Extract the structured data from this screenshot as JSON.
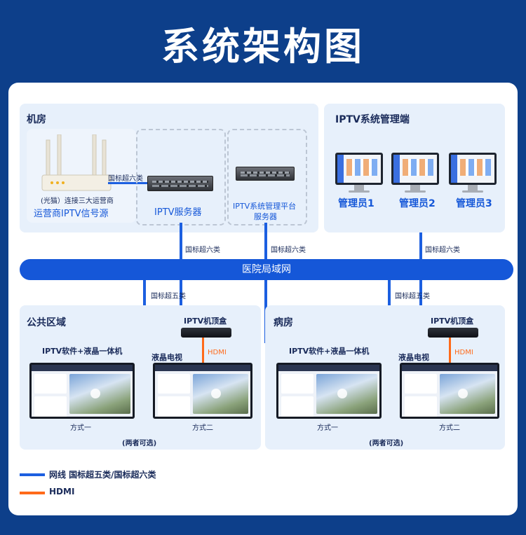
{
  "title": "系统架构图",
  "machine_room": {
    "label": "机房",
    "router_caption": "(光猫）连接三大运营商",
    "router_label": "运营商IPTV信号源",
    "cable_router_server": "国标超六类",
    "server_label": "IPTV服务器",
    "mgmt_server_label_1": "IPTV系统管理平台",
    "mgmt_server_label_2": "服务器"
  },
  "admin_panel": {
    "label": "IPTV系统管理端",
    "admins": [
      "管理员1",
      "管理员2",
      "管理员3"
    ]
  },
  "cables": {
    "server_to_lan": "国标超六类",
    "mgmt_to_lan": "国标超六类",
    "admin_to_lan": "国标超六类",
    "lan_to_public": "国标超五类",
    "lan_to_ward": "国标超五类"
  },
  "lan_label": "医院局域网",
  "public_area": {
    "label": "公共区域",
    "stb_label": "IPTV机顶盒",
    "hdmi": "HDMI",
    "allinone_label": "IPTV软件+液晶一体机",
    "tv_label": "液晶电视",
    "way1": "方式一",
    "way2": "方式二",
    "either": "(两者可选)"
  },
  "ward_area": {
    "label": "病房",
    "stb_label": "IPTV机顶盒",
    "hdmi": "HDMI",
    "allinone_label": "IPTV软件+液晶一体机",
    "tv_label": "液晶电视",
    "way1": "方式一",
    "way2": "方式二",
    "either": "(两者可选)"
  },
  "legend": {
    "network": "网线 国标超五类/国标超六类",
    "hdmi": "HDMI"
  },
  "colors": {
    "background": "#0d3f8a",
    "network_line": "#1c5fe0",
    "hdmi_line": "#ff6a1a"
  }
}
